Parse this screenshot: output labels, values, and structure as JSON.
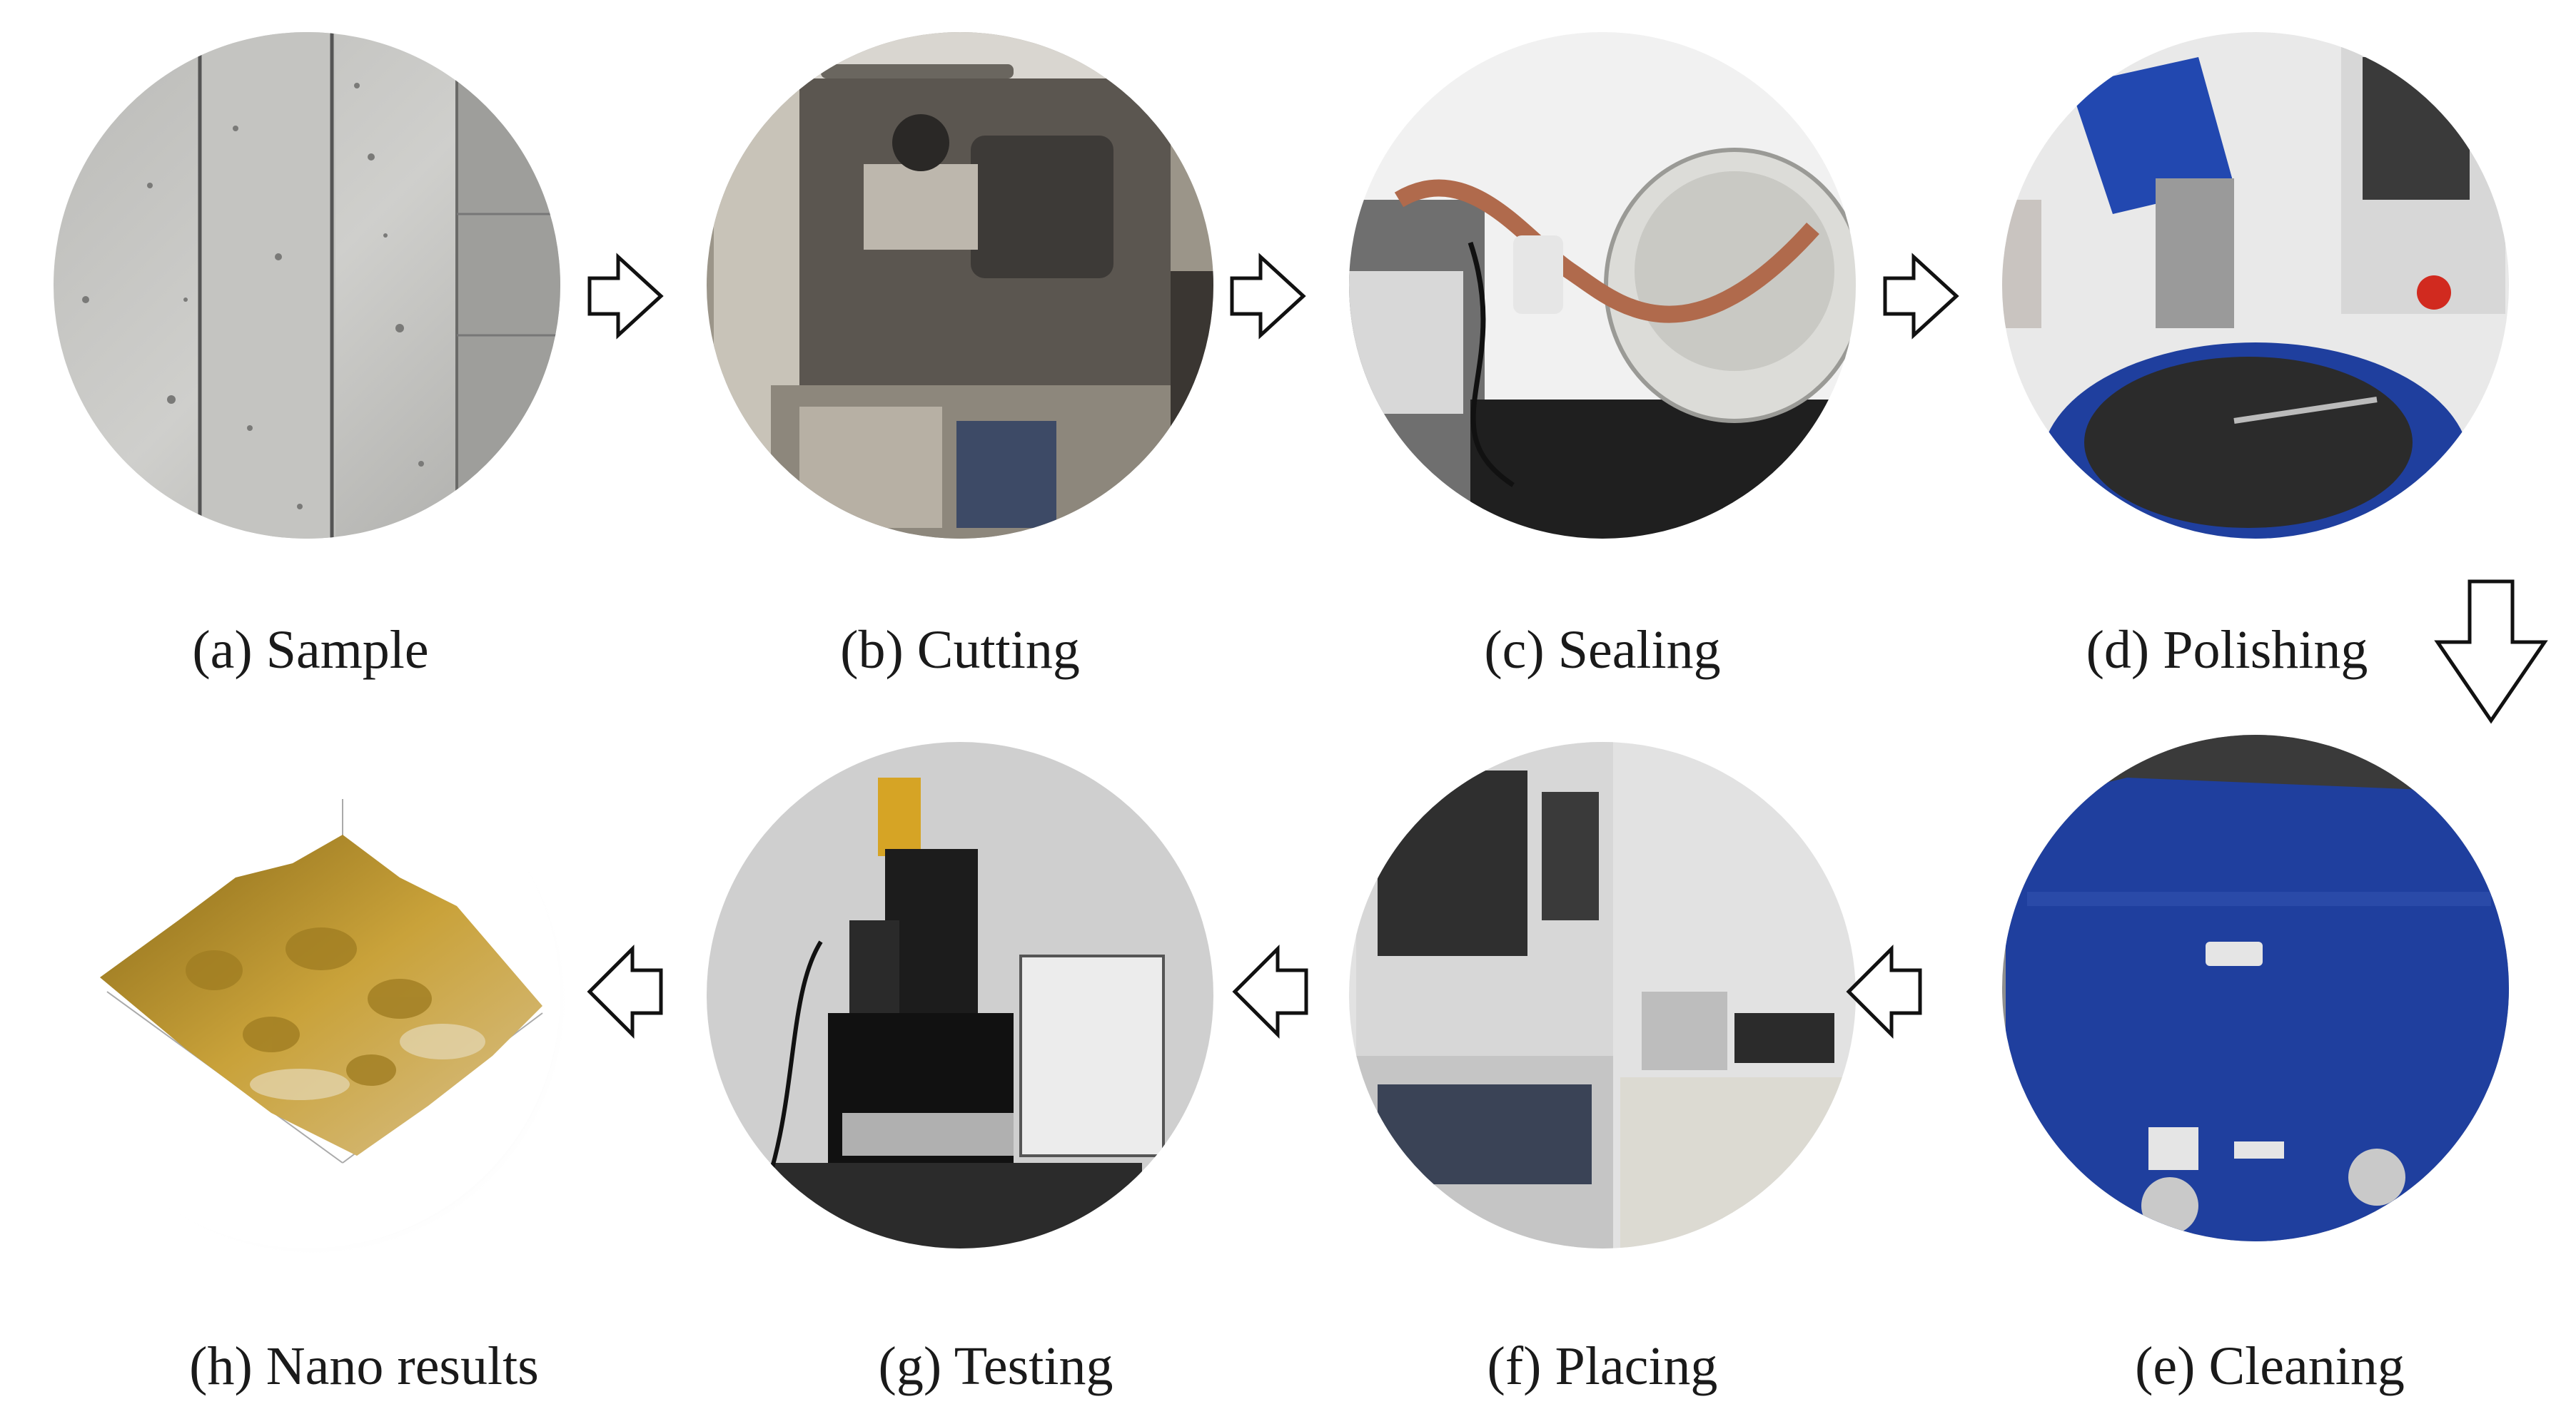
{
  "steps": [
    {
      "id": "a",
      "label": "(a) Sample",
      "photo": "concrete-sample-photo"
    },
    {
      "id": "b",
      "label": "(b) Cutting",
      "photo": "cutting-machine-photo"
    },
    {
      "id": "c",
      "label": "(c) Sealing",
      "photo": "vacuum-sealing-photo"
    },
    {
      "id": "d",
      "label": "(d) Polishing",
      "photo": "polishing-machine-photo"
    },
    {
      "id": "e",
      "label": "(e) Cleaning",
      "photo": "ultrasonic-cleaner-photo"
    },
    {
      "id": "f",
      "label": "(f) Placing",
      "photo": "placing-instrument-photo"
    },
    {
      "id": "g",
      "label": "(g) Testing",
      "photo": "nanoindenter-testing-photo"
    },
    {
      "id": "h",
      "label": "(h) Nano results",
      "photo": "nano-surface-3d-plot"
    }
  ],
  "flow": "a-b-c-d-e-f-g-h",
  "colors": {
    "arrow_stroke": "#111111",
    "arrow_fill": "#ffffff",
    "caption": "#1a1a1a",
    "cleaner_blue": "#1f3f9e",
    "polisher_blue": "#2248b0",
    "surface_gold": "#b08b2a"
  }
}
